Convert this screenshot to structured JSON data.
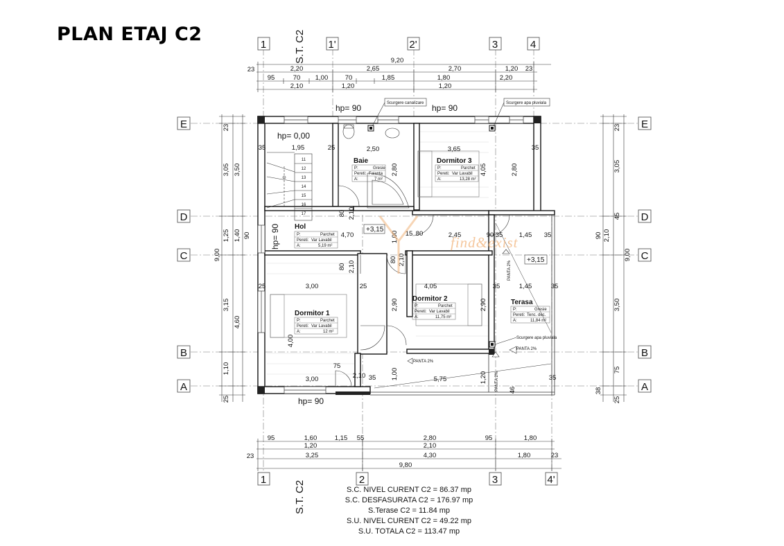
{
  "title": "PLAN ETAJ C2",
  "grid": {
    "top": [
      "1",
      "1'",
      "2'",
      "3",
      "4"
    ],
    "bottom": [
      "1",
      "2",
      "3",
      "4'"
    ],
    "rows_left": [
      "E",
      "D",
      "C",
      "B",
      "A"
    ],
    "rows_right": [
      "E",
      "D",
      "C",
      "B",
      "A"
    ]
  },
  "st_label": "S.T. C2",
  "dimensions": {
    "top_total": "9,20",
    "top_row1": [
      "23",
      "2,20",
      "2,65",
      "2,70",
      "1,20",
      "23"
    ],
    "top_row2": [
      "95",
      "70",
      "1,00",
      "70",
      "1,85",
      "1,80",
      "2,20"
    ],
    "top_row3": [
      "2,10",
      "1,20",
      "1,20"
    ],
    "bottom_row1": [
      "95",
      "1,60",
      "1,15",
      "55",
      "2,80",
      "95",
      "1,80"
    ],
    "bottom_row1b": [
      "1,20",
      "2,10"
    ],
    "bottom_row2": [
      "23",
      "3,25",
      "4,30",
      "1,80",
      "23"
    ],
    "bottom_total": "9,80",
    "left_outer": [
      "23",
      "3,05",
      "1,25",
      "3,15",
      "1,10",
      "25"
    ],
    "left_inner": [
      "3,50",
      "1,40",
      "4,60"
    ],
    "left_total": "9,00",
    "left_mid": [
      "90"
    ],
    "right_outer": [
      "23",
      "3,05",
      "45",
      "2,10",
      "3,50",
      "75",
      "25"
    ],
    "right_inner": [
      "90",
      "38"
    ],
    "right_total": "9,00"
  },
  "hp_labels": {
    "top_left": "hp= 90",
    "top_right": "hp= 90",
    "stair": "hp= 0,00",
    "bottom": "hp= 90",
    "hol_side": "hp= 90"
  },
  "callouts": {
    "canal": "Scurgere canalizare",
    "pluvial_top": "Scurgere apa pluviala",
    "pluvial_bottom": "Scurgere apa pluviala"
  },
  "levels": [
    "+3,15",
    "+3,15"
  ],
  "slopes": [
    "PANTA 2%",
    "PANTA 2%",
    "PANTA 2%",
    "PANTA 2%"
  ],
  "stair_steps": [
    "11",
    "12",
    "13",
    "14",
    "15",
    "16",
    "17"
  ],
  "rooms": [
    {
      "name": "Baie",
      "floor_label": "P:",
      "floor": "Gresie",
      "walls_label": "Pereti:",
      "walls": "Faianta",
      "area_label": "A:",
      "area": "7 m²"
    },
    {
      "name": "Dormitor 3",
      "floor_label": "P:",
      "floor": "Parchet",
      "walls_label": "Pereti:",
      "walls": "Var Lavabil",
      "area_label": "A:",
      "area": "13,28 m²"
    },
    {
      "name": "Hol",
      "floor_label": "P:",
      "floor": "Parchet",
      "walls_label": "Pereti:",
      "walls": "Var Lavabil",
      "area_label": "A:",
      "area": "5,19 m²"
    },
    {
      "name": "Dormitor 2",
      "floor_label": "P:",
      "floor": "Parchet",
      "walls_label": "Pereti:",
      "walls": "Var Lavabil",
      "area_label": "A:",
      "area": "11,75 m²"
    },
    {
      "name": "Dormitor 1",
      "floor_label": "P:",
      "floor": "Parchet",
      "walls_label": "Pereti:",
      "walls": "Var Lavabil",
      "area_label": "A:",
      "area": "12 m²"
    },
    {
      "name": "Terasa",
      "floor_label": "P:",
      "floor": "Gresie",
      "walls_label": "Pereti:",
      "walls": "Tenc. dec.",
      "area_label": "A:",
      "area": "11,84 m²"
    }
  ],
  "inner_dims": [
    "35",
    "1,95",
    "25",
    "2,50",
    "3,65",
    "35",
    "2,80",
    "4,05",
    "2,80",
    "80",
    "2,10",
    "4,70",
    "1,00",
    "15",
    "80",
    "2,45",
    "90",
    "35",
    "1,45",
    "35",
    "80",
    "2,10",
    "80",
    "2,10",
    "25",
    "3,00",
    "25",
    "4,05",
    "35",
    "1,45",
    "35",
    "2,90",
    "2,90",
    "4,00",
    "75",
    "2,10",
    "35",
    "3,00",
    "5,75",
    "1,00",
    "1,20",
    "35",
    "46"
  ],
  "watermark": "find&exist",
  "areas": [
    "S.C. NIVEL CURENT C2 = 86.37 mp",
    "S.C. DESFASURATA C2 = 176.97 mp",
    "S.Terase C2 = 11.84 mp",
    "S.U. NIVEL CURENT C2 = 49.22 mp",
    "S.U. TOTALA C2 = 113.47 mp"
  ]
}
